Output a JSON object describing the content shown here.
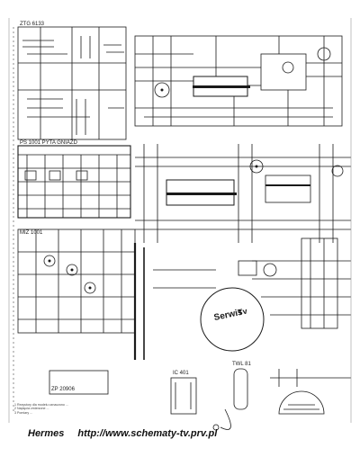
{
  "sheet": {
    "block_labels": {
      "top_left": "ZTG 6133",
      "mid_left": "PS 1001 PYTA GNIAZD",
      "left_block": "MIZ 1001",
      "bottom_left": "ZP 20906",
      "ic_left": "IC 401",
      "tube": "TWL 81"
    },
    "stamp": {
      "line1": "Serwis",
      "line2": "Tv"
    },
    "footer": {
      "brand": "Hermes",
      "url": "http://www.schematy-tv.prv.pl"
    },
    "notes": [
      "1 Rezystory dla modelu oznaczono ...",
      "2 Napięcia zmierzone ...",
      "3 Pomiary ..."
    ]
  }
}
